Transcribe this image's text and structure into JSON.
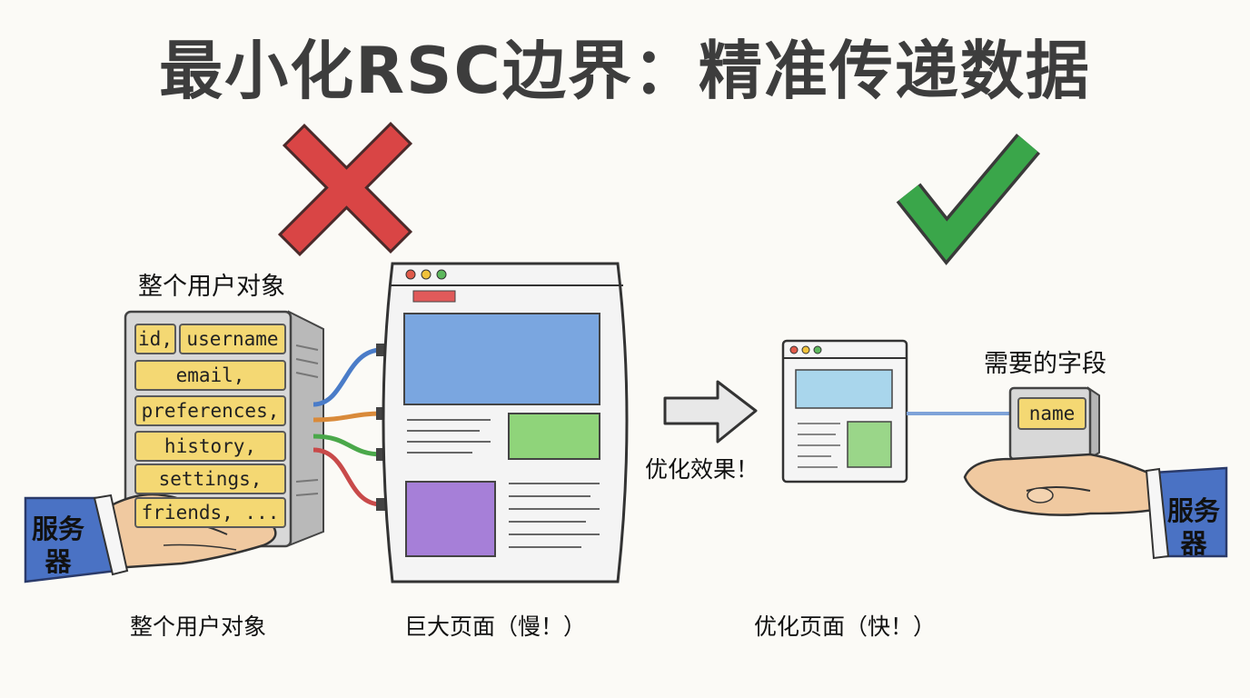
{
  "title": "最小化RSC边界：精准传递数据",
  "left": {
    "object_label_top": "整个用户对象",
    "fields": {
      "id": "id,",
      "username": "username",
      "email": "email,",
      "preferences": "preferences,",
      "history": "history,",
      "settings": "settings,",
      "friends": "friends, ..."
    },
    "server_label": "服务器",
    "object_label_bottom": "整个用户对象",
    "page_caption": "巨大页面（慢！）"
  },
  "middle": {
    "arrow_caption": "优化效果！"
  },
  "right": {
    "field_label": "需要的字段",
    "field": "name",
    "server_label": "服务器",
    "page_caption": "优化页面（快！）"
  },
  "colors": {
    "cross": "#d94545",
    "check": "#3aa64a",
    "field_fill": "#f4d873",
    "sleeve": "#4a72c4",
    "skin": "#f0c9a0"
  },
  "icons": {
    "bad": "cross-mark-icon",
    "good": "check-mark-icon"
  }
}
